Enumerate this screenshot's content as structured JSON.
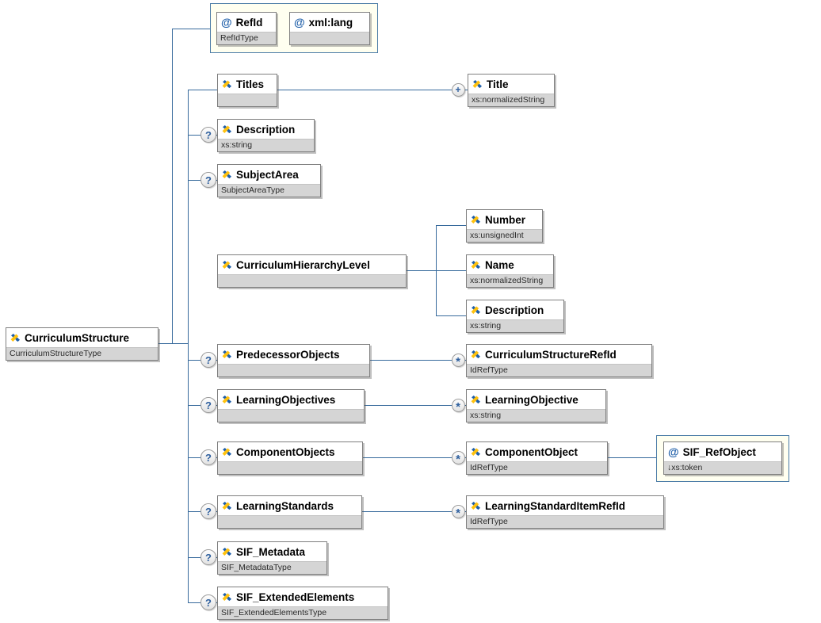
{
  "diagram_title": "CurriculumStructure XML schema diagram",
  "badges": {
    "attribute": "@",
    "optional": "?",
    "one_or_more": "+",
    "zero_or_more": "*"
  },
  "colors": {
    "connector": "#376a9c",
    "container_bg": "#fffff0",
    "container_border": "#4a7ba6",
    "box_border": "#7f7f7f",
    "type_strip_bg": "#d5d5d5",
    "icon_blue": "#1f5fa9",
    "icon_yellow": "#ffc20e",
    "badge_glyph": "#2e5f9e"
  },
  "nodes": {
    "curriculum_structure": {
      "label": "CurriculumStructure",
      "type": "CurriculumStructureType"
    },
    "ref_id": {
      "label": "RefId",
      "type": "RefIdType"
    },
    "xml_lang": {
      "label": "xml:lang",
      "type": ""
    },
    "titles": {
      "label": "Titles",
      "type": ""
    },
    "title": {
      "label": "Title",
      "type": "xs:normalizedString"
    },
    "description": {
      "label": "Description",
      "type": "xs:string"
    },
    "subject_area": {
      "label": "SubjectArea",
      "type": "SubjectAreaType"
    },
    "curriculum_hierarchy_level": {
      "label": "CurriculumHierarchyLevel",
      "type": ""
    },
    "number": {
      "label": "Number",
      "type": "xs:unsignedInt"
    },
    "name": {
      "label": "Name",
      "type": "xs:normalizedString"
    },
    "hierarchy_description": {
      "label": "Description",
      "type": "xs:string"
    },
    "predecessor_objects": {
      "label": "PredecessorObjects",
      "type": ""
    },
    "curriculum_structure_ref_id": {
      "label": "CurriculumStructureRefId",
      "type": "IdRefType"
    },
    "learning_objectives": {
      "label": "LearningObjectives",
      "type": ""
    },
    "learning_objective": {
      "label": "LearningObjective",
      "type": "xs:string"
    },
    "component_objects": {
      "label": "ComponentObjects",
      "type": ""
    },
    "component_object": {
      "label": "ComponentObject",
      "type": "IdRefType"
    },
    "sif_ref_object": {
      "label": "SIF_RefObject",
      "type": "↓xs:token"
    },
    "learning_standards": {
      "label": "LearningStandards",
      "type": ""
    },
    "learning_standard_item_ref_id": {
      "label": "LearningStandardItemRefId",
      "type": "IdRefType"
    },
    "sif_metadata": {
      "label": "SIF_Metadata",
      "type": "SIF_MetadataType"
    },
    "sif_extended_elements": {
      "label": "SIF_ExtendedElements",
      "type": "SIF_ExtendedElementsType"
    }
  }
}
